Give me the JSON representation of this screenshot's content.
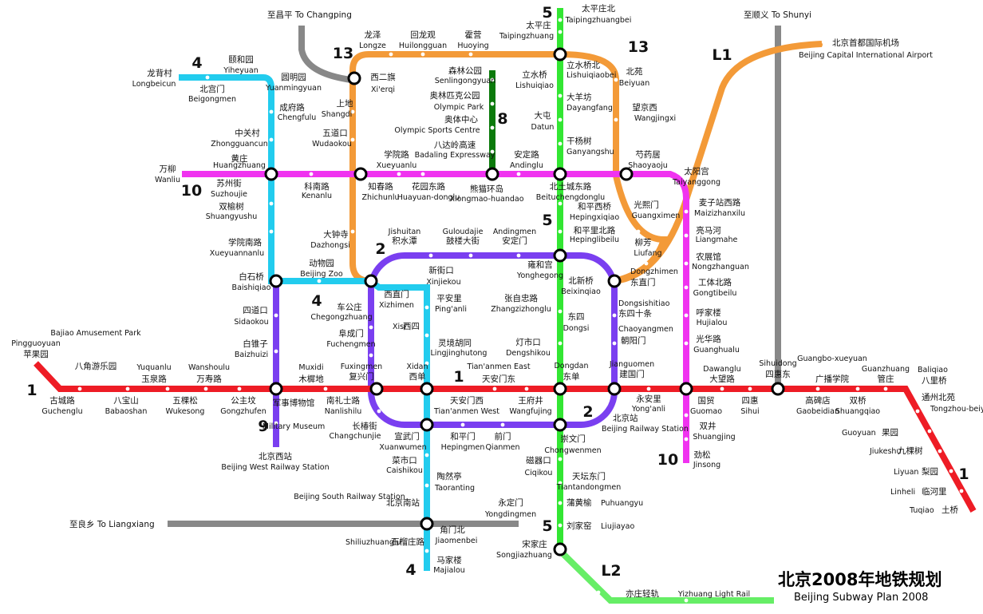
{
  "title_cn": "北京2008年地铁规划",
  "title_en": "Beijing Subway Plan 2008",
  "colors": {
    "line1": "#ee1c25",
    "line2": "#7a3ff0",
    "line4": "#22ccee",
    "line5": "#33e633",
    "line8": "#0b7a0b",
    "line10": "#f033f0",
    "line13": "#f39a38",
    "airport": "#f39a38",
    "lightrail": "#66ee66",
    "future": "#888888"
  },
  "line_labels": [
    {
      "id": "l1-west",
      "text": "1",
      "color": "#ee1c25"
    },
    {
      "id": "l1-center",
      "text": "1",
      "color": "#ee1c25"
    },
    {
      "id": "l1-east",
      "text": "1",
      "color": "#ee1c25"
    },
    {
      "id": "l2-nw",
      "text": "2",
      "color": "#7a3ff0"
    },
    {
      "id": "l2-se",
      "text": "2",
      "color": "#7a3ff0"
    },
    {
      "id": "l4-north",
      "text": "4",
      "color": "#22ccee"
    },
    {
      "id": "l4-mid",
      "text": "4",
      "color": "#22ccee"
    },
    {
      "id": "l4-south",
      "text": "4",
      "color": "#22ccee"
    },
    {
      "id": "l5-north",
      "text": "5",
      "color": "#33e633"
    },
    {
      "id": "l5-mid",
      "text": "5",
      "color": "#33e633"
    },
    {
      "id": "l5-south",
      "text": "5",
      "color": "#33e633"
    },
    {
      "id": "l8",
      "text": "8",
      "color": "#0b7a0b"
    },
    {
      "id": "l9",
      "text": "9",
      "color": "#7a3ff0"
    },
    {
      "id": "l10-west",
      "text": "10",
      "color": "#f033f0"
    },
    {
      "id": "l10-east",
      "text": "10",
      "color": "#f033f0"
    },
    {
      "id": "l13-west",
      "text": "13",
      "color": "#f39a38"
    },
    {
      "id": "l13-east",
      "text": "13",
      "color": "#f39a38"
    },
    {
      "id": "airport",
      "text": "L1",
      "color": "#f39a38"
    },
    {
      "id": "lightrail",
      "text": "L2",
      "color": "#66ee66"
    }
  ],
  "stations": [
    {
      "id": "pingguoyuan",
      "cn": "苹果园",
      "en": "Pingguoyuan"
    },
    {
      "id": "guchenglu",
      "cn": "古城路",
      "en": "Guchenglu"
    },
    {
      "id": "bajiao",
      "cn": "八角游乐园",
      "en": "Bajiao Amusement Park"
    },
    {
      "id": "babaoshan",
      "cn": "八宝山",
      "en": "Babaoshan"
    },
    {
      "id": "yuquanlu",
      "cn": "玉泉路",
      "en": "Yuquanlu"
    },
    {
      "id": "wukesong",
      "cn": "五棵松",
      "en": "Wukesong"
    },
    {
      "id": "wanshoulu",
      "cn": "万寿路",
      "en": "Wanshoulu"
    },
    {
      "id": "gongzhufen",
      "cn": "公主坟",
      "en": "Gongzhufen"
    },
    {
      "id": "junshi",
      "cn": "军事博物馆",
      "en": "Military Museum"
    },
    {
      "id": "muxidi",
      "cn": "木樨地",
      "en": "Muxidi"
    },
    {
      "id": "nanlishilu",
      "cn": "南礼士路",
      "en": "Nanlishilu"
    },
    {
      "id": "fuxingmen",
      "cn": "复兴门",
      "en": "Fuxingmen"
    },
    {
      "id": "xidan",
      "cn": "西单",
      "en": "Xidan"
    },
    {
      "id": "tiananmen_w",
      "cn": "天安门西",
      "en": "Tian'anmen West"
    },
    {
      "id": "tiananmen_e",
      "cn": "天安门东",
      "en": "Tian'anmen East"
    },
    {
      "id": "wangfujing",
      "cn": "王府井",
      "en": "Wangfujing"
    },
    {
      "id": "dongdan",
      "cn": "东单",
      "en": "Dongdan"
    },
    {
      "id": "jianguomen",
      "cn": "建国门",
      "en": "Jianguomen"
    },
    {
      "id": "yonganli",
      "cn": "永安里",
      "en": "Yong'anli"
    },
    {
      "id": "guomao",
      "cn": "国贸",
      "en": "Guomao"
    },
    {
      "id": "dawanglu",
      "cn": "大望路",
      "en": "Dawanglu"
    },
    {
      "id": "sihui",
      "cn": "四惠",
      "en": "Sihui"
    },
    {
      "id": "sihuidong",
      "cn": "四惠东",
      "en": "Sihuidong"
    },
    {
      "id": "gaobeidian",
      "cn": "高碑店",
      "en": "Gaobeidian"
    },
    {
      "id": "guangbo",
      "cn": "广播学院",
      "en": "Guangbo-xueyuan"
    },
    {
      "id": "shuangqiao",
      "cn": "双桥",
      "en": "Shuangqiao"
    },
    {
      "id": "guanzhuang",
      "cn": "管庄",
      "en": "Guanzhuang"
    },
    {
      "id": "baliqiao",
      "cn": "八里桥",
      "en": "Baliqiao"
    },
    {
      "id": "tongzhoubeiyuan",
      "cn": "通州北苑",
      "en": "Tongzhou-beiyuan"
    },
    {
      "id": "guoyuan",
      "cn": "果园",
      "en": "Guoyuan"
    },
    {
      "id": "jiukeshu",
      "cn": "九棵树",
      "en": "Jiukeshu"
    },
    {
      "id": "liyuan",
      "cn": "梨园",
      "en": "Liyuan"
    },
    {
      "id": "linheli",
      "cn": "临河里",
      "en": "Linheli"
    },
    {
      "id": "tuqiao",
      "cn": "土桥",
      "en": "Tuqiao"
    },
    {
      "id": "xizhimen",
      "cn": "西直门",
      "en": "Xizhimen"
    },
    {
      "id": "jishuitan",
      "cn": "积水潭",
      "en": "Jishuitan"
    },
    {
      "id": "guloudajie",
      "cn": "鼓楼大街",
      "en": "Guloudajie"
    },
    {
      "id": "andingmen",
      "cn": "安定门",
      "en": "Andingmen"
    },
    {
      "id": "yonghegong",
      "cn": "雍和宫",
      "en": "Yonghegong"
    },
    {
      "id": "dongzhimen",
      "cn": "东直门",
      "en": "Dongzhimen"
    },
    {
      "id": "dongsishitiao",
      "cn": "东四十条",
      "en": "Dongsishitiao"
    },
    {
      "id": "chaoyangmen",
      "cn": "朝阳门",
      "en": "Chaoyangmen"
    },
    {
      "id": "beijingzhan",
      "cn": "北京站",
      "en": "Beijing Railway Station"
    },
    {
      "id": "chongwenmen",
      "cn": "崇文门",
      "en": "Chongwenmen"
    },
    {
      "id": "qianmen",
      "cn": "前门",
      "en": "Qianmen"
    },
    {
      "id": "hepingmen",
      "cn": "和平门",
      "en": "Hepingmen"
    },
    {
      "id": "xuanwumen",
      "cn": "宣武门",
      "en": "Xuanwumen"
    },
    {
      "id": "changchunjie",
      "cn": "长椿街",
      "en": "Changchunjie"
    },
    {
      "id": "chegongzhuang",
      "cn": "车公庄",
      "en": "Chegongzhuang"
    },
    {
      "id": "fuchengmen",
      "cn": "阜成门",
      "en": "Fuchengmen"
    },
    {
      "id": "longbeicun",
      "cn": "龙背村",
      "en": "Longbeicun"
    },
    {
      "id": "yiheyuan",
      "cn": "颐和园",
      "en": "Yiheyuan"
    },
    {
      "id": "beigongmen",
      "cn": "北宫门",
      "en": "Beigongmen"
    },
    {
      "id": "yuanmingyuan",
      "cn": "圆明园",
      "en": "Yuanmingyuan"
    },
    {
      "id": "chengfulu",
      "cn": "成府路",
      "en": "Chengfulu"
    },
    {
      "id": "zhongguancun",
      "cn": "中关村",
      "en": "Zhongguancun"
    },
    {
      "id": "huangzhuang",
      "cn": "黄庄",
      "en": "Huangzhuang"
    },
    {
      "id": "suzhoujie",
      "cn": "苏州街",
      "en": "Suzhoujie"
    },
    {
      "id": "shuangyushu",
      "cn": "双榆树",
      "en": "Shuangyushu"
    },
    {
      "id": "xueyuannanlu",
      "cn": "学院南路",
      "en": "Xueyuannanlu"
    },
    {
      "id": "baishiqiao",
      "cn": "白石桥",
      "en": "Baishiqiao"
    },
    {
      "id": "beijingzoo",
      "cn": "动物园",
      "en": "Beijing Zoo"
    },
    {
      "id": "xinjiekou",
      "cn": "新街口",
      "en": "Xinjiekou"
    },
    {
      "id": "pinganli",
      "cn": "平安里",
      "en": "Ping'anli"
    },
    {
      "id": "xisi",
      "cn": "西四",
      "en": "Xisi"
    },
    {
      "id": "lingjinghutong",
      "cn": "灵境胡同",
      "en": "Lingjinghutong"
    },
    {
      "id": "caishikou",
      "cn": "菜市口",
      "en": "Caishikou"
    },
    {
      "id": "taoranting",
      "cn": "陶然亭",
      "en": "Taoranting"
    },
    {
      "id": "beijingnan",
      "cn": "北京南站",
      "en": "Beijing South Railway Station"
    },
    {
      "id": "jiaomenbei",
      "cn": "角门北",
      "en": "Jiaomenbei"
    },
    {
      "id": "majialou",
      "cn": "马家楼",
      "en": "Majialou"
    },
    {
      "id": "shiliuzhuang",
      "cn": "石榴庄路",
      "en": "Shiliuzhuanglu"
    },
    {
      "id": "yongdingmen",
      "cn": "永定门",
      "en": "Yongdingmen"
    },
    {
      "id": "taipingzhuangbei",
      "cn": "太平庄北",
      "en": "Taipingzhuangbei"
    },
    {
      "id": "taipingzhuang",
      "cn": "太平庄",
      "en": "Taipingzhuang"
    },
    {
      "id": "lishuiqiaobei",
      "cn": "立水桥北",
      "en": "Lishuiqiaobei"
    },
    {
      "id": "lishuiqiao",
      "cn": "立水桥",
      "en": "Lishuiqiao"
    },
    {
      "id": "dayangfang",
      "cn": "大羊坊",
      "en": "Dayangfang"
    },
    {
      "id": "datun",
      "cn": "大屯",
      "en": "Datun"
    },
    {
      "id": "ganyangshu",
      "cn": "干杨树",
      "en": "Ganyangshu"
    },
    {
      "id": "beitucheng",
      "cn": "北土城东路",
      "en": "Beituchengdonglu"
    },
    {
      "id": "hepingxiqiao",
      "cn": "和平西桥",
      "en": "Hepingxiqiao"
    },
    {
      "id": "hepinglibeilu",
      "cn": "和平里北路",
      "en": "Hepinglibeilu"
    },
    {
      "id": "beixinqiao",
      "cn": "北新桥",
      "en": "Beixinqiao"
    },
    {
      "id": "zhangzizhonglu",
      "cn": "张自忠路",
      "en": "Zhangzizhonglu"
    },
    {
      "id": "dongsi",
      "cn": "东四",
      "en": "Dongsi"
    },
    {
      "id": "dengshikou",
      "cn": "灯市口",
      "en": "Dengshikou"
    },
    {
      "id": "ciqikou",
      "cn": "磁器口",
      "en": "Ciqikou"
    },
    {
      "id": "tiantandongmen",
      "cn": "天坛东门",
      "en": "Tiantandongmen"
    },
    {
      "id": "puhuangyu",
      "cn": "蒲黄榆",
      "en": "Puhuangyu"
    },
    {
      "id": "liujiayao",
      "cn": "刘家窑",
      "en": "Liujiayao"
    },
    {
      "id": "songjiazhuang",
      "cn": "宋家庄",
      "en": "Songjiazhuang"
    },
    {
      "id": "senlingongyuan",
      "cn": "森林公园",
      "en": "Senlingongyuan"
    },
    {
      "id": "olympicpark",
      "cn": "奥林匹克公园",
      "en": "Olympic Park"
    },
    {
      "id": "olympicsports",
      "cn": "奥体中心",
      "en": "Olympic Sports Centre"
    },
    {
      "id": "badaling",
      "cn": "八达岭高速",
      "en": "Badaling Expressway"
    },
    {
      "id": "xiongmaohuandao",
      "cn": "熊猫环岛",
      "en": "Xiongmao-huandao"
    },
    {
      "id": "wanliu",
      "cn": "万柳",
      "en": "Wanliu"
    },
    {
      "id": "kenanlu",
      "cn": "科南路",
      "en": "Kenanlu"
    },
    {
      "id": "zhichunlu",
      "cn": "知春路",
      "en": "Zhichunlu"
    },
    {
      "id": "huayuandonglu",
      "cn": "花园东路",
      "en": "Huayuan-donglu"
    },
    {
      "id": "xueyuanlu",
      "cn": "学院路",
      "en": "Xueyuanlu"
    },
    {
      "id": "andinglu",
      "cn": "安定路",
      "en": "Andinglu"
    },
    {
      "id": "shaoyaoju",
      "cn": "芍药居",
      "en": "Shaoyaoju"
    },
    {
      "id": "taiyanggong",
      "cn": "太阳宫",
      "en": "Taiyanggong"
    },
    {
      "id": "guangximen",
      "cn": "光熙门",
      "en": "Guangximen"
    },
    {
      "id": "liufang",
      "cn": "柳芳",
      "en": "Liufang"
    },
    {
      "id": "maizidian",
      "cn": "麦子站西路",
      "en": "Maizizhanxilu"
    },
    {
      "id": "liangmahe",
      "cn": "亮马河",
      "en": "Liangmahe"
    },
    {
      "id": "nongzhanguan",
      "cn": "农展馆",
      "en": "Nongzhanguan"
    },
    {
      "id": "gongtibeilu",
      "cn": "工体北路",
      "en": "Gongtibeilu"
    },
    {
      "id": "hujialou",
      "cn": "呼家楼",
      "en": "Hujialou"
    },
    {
      "id": "guanghualu",
      "cn": "光华路",
      "en": "Guanghualu"
    },
    {
      "id": "shuangjing",
      "cn": "双井",
      "en": "Shuangjing"
    },
    {
      "id": "jinsong",
      "cn": "劲松",
      "en": "Jinsong"
    },
    {
      "id": "xierqi",
      "cn": "西二旗",
      "en": "Xi'erqi"
    },
    {
      "id": "longze",
      "cn": "龙泽",
      "en": "Longze"
    },
    {
      "id": "huilongguan",
      "cn": "回龙观",
      "en": "Huilongguan"
    },
    {
      "id": "huoying",
      "cn": "霍营",
      "en": "Huoying"
    },
    {
      "id": "shangdi",
      "cn": "上地",
      "en": "Shangdi"
    },
    {
      "id": "wudaokou",
      "cn": "五道口",
      "en": "Wudaokou"
    },
    {
      "id": "dazhongsi",
      "cn": "大钟寺",
      "en": "Dazhongsi"
    },
    {
      "id": "beiyuan",
      "cn": "北苑",
      "en": "Beiyuan"
    },
    {
      "id": "wangjingxi",
      "cn": "望京西",
      "en": "Wangjingxi"
    },
    {
      "id": "sidaokou",
      "cn": "四道口",
      "en": "Sidaokou"
    },
    {
      "id": "baizhuizi",
      "cn": "白锥子",
      "en": "Baizhuizi"
    },
    {
      "id": "beijingxi",
      "cn": "北京西站",
      "en": "Beijing West Railway Station"
    },
    {
      "id": "airport",
      "cn": "北京首都国际机场",
      "en": "Beijing Capital International Airport"
    },
    {
      "id": "yizhuang",
      "cn": "亦庄轻轨",
      "en": "Yizhuang Light Rail"
    }
  ],
  "destinations": [
    {
      "id": "changping",
      "text": "至昌平 To Changping"
    },
    {
      "id": "shunyi",
      "text": "至顺义 To Shunyi"
    },
    {
      "id": "liangxiang",
      "text": "至良乡 To Liangxiang"
    }
  ]
}
